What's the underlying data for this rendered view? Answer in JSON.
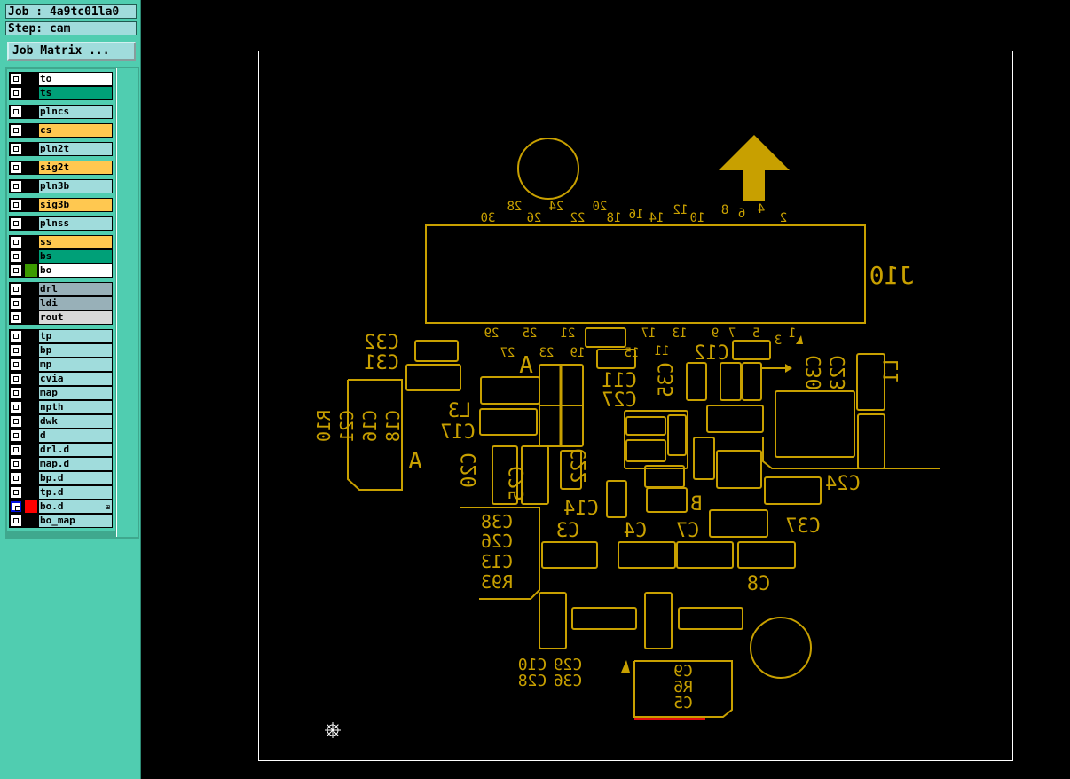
{
  "panel": {
    "job_label": "Job : 4a9tc01la0",
    "step_label": "Step: cam",
    "job_matrix_button": "Job Matrix ...",
    "layers": [
      {
        "name": "to",
        "color": "#ffffff",
        "swatch": ""
      },
      {
        "name": "ts",
        "color": "#00a078",
        "swatch": ""
      },
      {
        "name": "plncs",
        "color": "#a0dcdc",
        "swatch": ""
      },
      {
        "name": "cs",
        "color": "#ffc850",
        "swatch": ""
      },
      {
        "name": "pln2t",
        "color": "#a0dcdc",
        "swatch": ""
      },
      {
        "name": "sig2t",
        "color": "#ffc850",
        "swatch": ""
      },
      {
        "name": "pln3b",
        "color": "#a0dcdc",
        "swatch": ""
      },
      {
        "name": "sig3b",
        "color": "#ffc850",
        "swatch": ""
      },
      {
        "name": "plnss",
        "color": "#a0dcdc",
        "swatch": ""
      },
      {
        "name": "ss",
        "color": "#ffc850",
        "swatch": ""
      },
      {
        "name": "bs",
        "color": "#00a078",
        "swatch": ""
      },
      {
        "name": "bo",
        "color": "#ffffff",
        "swatch": "#3c9a00"
      },
      {
        "name": "drl",
        "color": "#98b0b8",
        "swatch": ""
      },
      {
        "name": "ldi",
        "color": "#98b0b8",
        "swatch": ""
      },
      {
        "name": "rout",
        "color": "#d8d8d8",
        "swatch": ""
      },
      {
        "name": "tp",
        "color": "#a0dcdc",
        "swatch": ""
      },
      {
        "name": "bp",
        "color": "#a0dcdc",
        "swatch": ""
      },
      {
        "name": "mp",
        "color": "#a0dcdc",
        "swatch": ""
      },
      {
        "name": "cvia",
        "color": "#a0dcdc",
        "swatch": ""
      },
      {
        "name": "map",
        "color": "#a0dcdc",
        "swatch": ""
      },
      {
        "name": "npth",
        "color": "#a0dcdc",
        "swatch": ""
      },
      {
        "name": "dwk",
        "color": "#a0dcdc",
        "swatch": ""
      },
      {
        "name": "d",
        "color": "#a0dcdc",
        "swatch": ""
      },
      {
        "name": "drl.d",
        "color": "#a0dcdc",
        "swatch": ""
      },
      {
        "name": "map.d",
        "color": "#a0dcdc",
        "swatch": ""
      },
      {
        "name": "bp.d",
        "color": "#a0dcdc",
        "swatch": ""
      },
      {
        "name": "tp.d",
        "color": "#a0dcdc",
        "swatch": ""
      },
      {
        "name": "bo.d",
        "color": "#a0dcdc",
        "swatch": "#ff0000",
        "selected": true,
        "marker": "⊞"
      },
      {
        "name": "bo_map",
        "color": "#a0dcdc",
        "swatch": ""
      }
    ]
  },
  "board": {
    "silk_color": "#c8a000",
    "connector_ref": "J10",
    "pin_numbers_top": [
      "30",
      "26",
      "22",
      "18",
      "14",
      "10",
      "6",
      "2",
      "28",
      "24",
      "20",
      "16",
      "12",
      "8",
      "4"
    ],
    "pin_numbers_bottom": [
      "29",
      "25",
      "21",
      "17",
      "13",
      "11",
      "9",
      "7",
      "5",
      "1",
      "27",
      "23",
      "19",
      "15",
      "3"
    ],
    "refdes": [
      "C32",
      "C31",
      "L3",
      "C17",
      "C11",
      "C27",
      "C12",
      "C35",
      "C30",
      "C24",
      "C37",
      "C8",
      "C3",
      "C4",
      "C7",
      "C14",
      "C22",
      "C20",
      "C23",
      "C25",
      "L1",
      "A",
      "A",
      "B",
      "C38",
      "C26",
      "C13",
      "R93",
      "R10",
      "C21",
      "C16",
      "C18",
      "C9",
      "R6",
      "C5",
      "C10",
      "C28",
      "C29",
      "C36"
    ]
  }
}
